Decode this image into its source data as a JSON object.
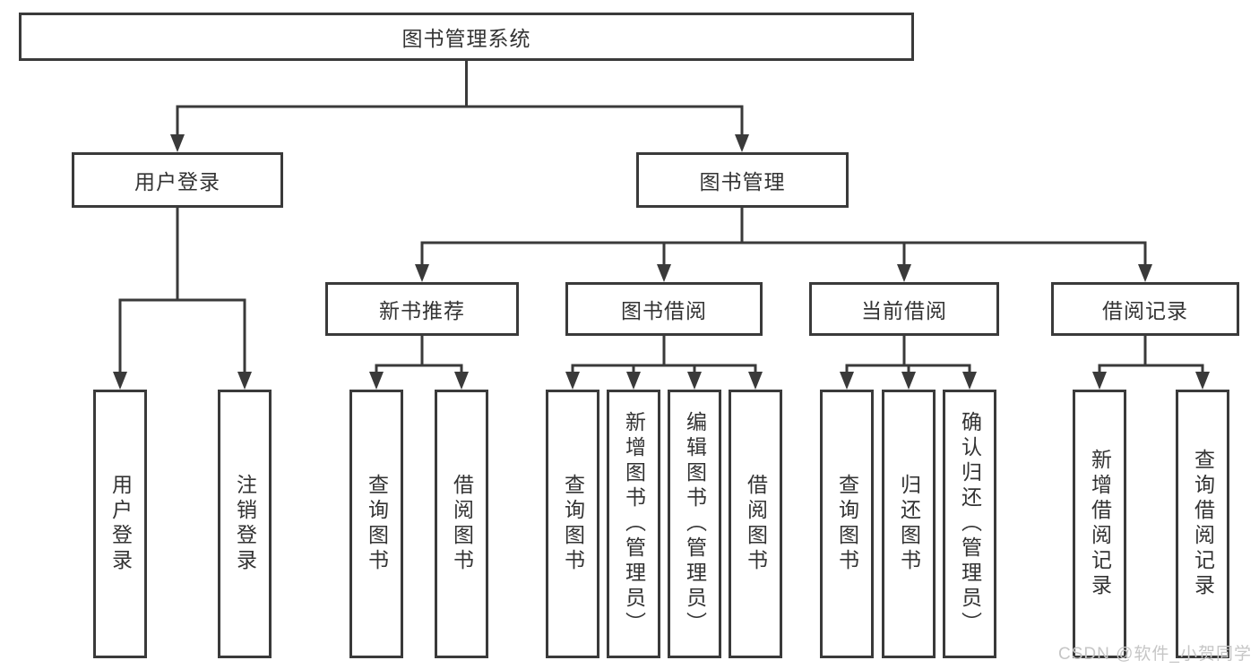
{
  "diagram": {
    "root": {
      "label": "图书管理系统"
    },
    "level2": [
      {
        "label": "用户登录"
      },
      {
        "label": "图书管理"
      }
    ],
    "level3": [
      {
        "label": "新书推荐"
      },
      {
        "label": "图书借阅"
      },
      {
        "label": "当前借阅"
      },
      {
        "label": "借阅记录"
      }
    ],
    "leaves": [
      {
        "label": "用户登录"
      },
      {
        "label": "注销登录"
      },
      {
        "label": "查询图书"
      },
      {
        "label": "借阅图书"
      },
      {
        "label": "查询图书"
      },
      {
        "label": "新增图书（管理员）"
      },
      {
        "label": "编辑图书（管理员）"
      },
      {
        "label": "借阅图书"
      },
      {
        "label": "查询图书"
      },
      {
        "label": "归还图书"
      },
      {
        "label": "确认归还（管理员）"
      },
      {
        "label": "新增借阅记录"
      },
      {
        "label": "查询借阅记录"
      }
    ]
  },
  "watermark": "CSDN @软件_小贺同学",
  "colors": {
    "line": "#3a3a3a",
    "text": "#333333",
    "background": "#ffffff",
    "watermark": "#c6c6c6"
  }
}
